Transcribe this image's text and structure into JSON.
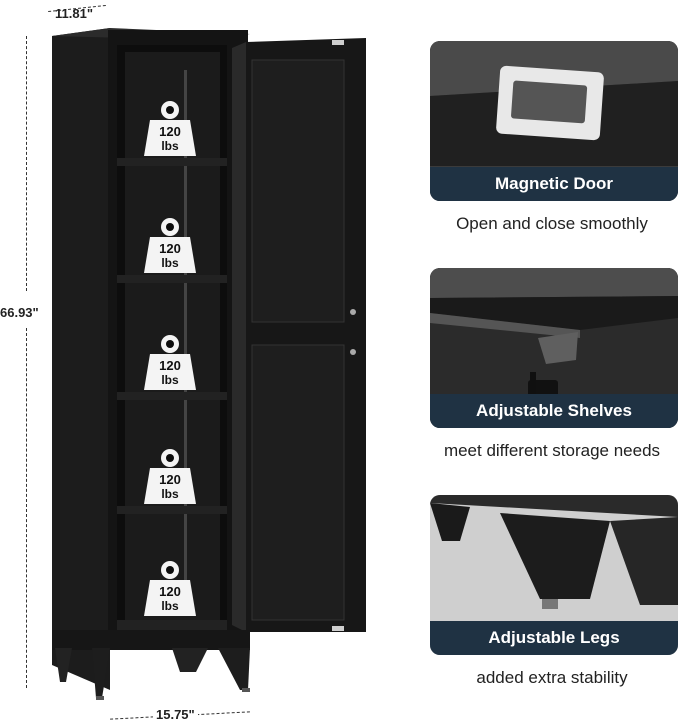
{
  "dimensions": {
    "depth": "11.81\"",
    "height": "66.93\"",
    "width": "15.75\""
  },
  "shelves": {
    "weight_number": "120",
    "weight_unit": "lbs"
  },
  "features": [
    {
      "title": "Magnetic Door",
      "caption": "Open and close smoothly",
      "icon": "magnetic-latch"
    },
    {
      "title": "Adjustable Shelves",
      "caption": "meet different storage needs",
      "icon": "shelf-clip"
    },
    {
      "title": "Adjustable Legs",
      "caption": "added extra stability",
      "icon": "cabinet-leg"
    }
  ],
  "colors": {
    "cabinet": "#1a1a1a",
    "banner": "#1f3243"
  }
}
